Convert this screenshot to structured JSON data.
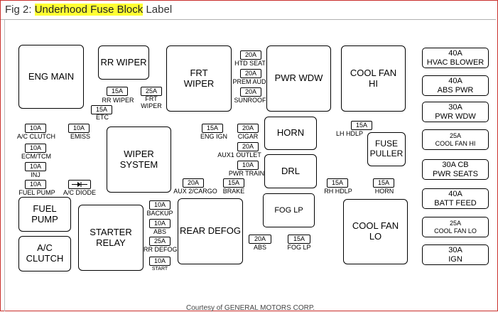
{
  "header": {
    "prefix": "Fig 2: ",
    "highlight": "Underhood Fuse Block",
    "suffix": " Label"
  },
  "relays": {
    "eng_main": "ENG MAIN",
    "rr_wiper": "RR WIPER",
    "frt_wiper": "FRT\nWIPER",
    "pwr_wdw": "PWR WDW",
    "cool_fan_hi": "COOL FAN\nHI",
    "wiper_system": "WIPER\nSYSTEM",
    "horn": "HORN",
    "fuse_puller": "FUSE\nPULLER",
    "drl": "DRL",
    "fog_lp": "FOG LP",
    "fuel_pump": "FUEL\nPUMP",
    "ac_clutch": "A/C\nCLUTCH",
    "starter_relay": "STARTER\nRELAY",
    "rear_defog": "REAR DEFOG",
    "cool_fan_lo": "COOL FAN\nLO"
  },
  "maxi_fuses": {
    "hvac_blower": "40A\nHVAC BLOWER",
    "abs_pwr": "40A\nABS PWR",
    "pwr_wdw": "30A\nPWR WDW",
    "cool_fan_hi": "25A\nCOOL FAN HI",
    "pwr_seats": "30A CB\nPWR SEATS",
    "batt_feed": "40A\nBATT FEED",
    "cool_fan_lo": "25A\nCOOL FAN LO",
    "ign": "30A\nIGN"
  },
  "fuses": {
    "rr_wiper_rating": "15A",
    "rr_wiper_label": "RR WIPER",
    "frt_wiper_rating": "25A",
    "frt_wiper_label": "FRT\nWIPER",
    "etc_rating": "15A",
    "etc_label": "ETC",
    "htd_seat_rating": "20A",
    "htd_seat_label": "HTD SEAT",
    "prem_aud_rating": "20A",
    "prem_aud_label": "PREM AUD",
    "sunroof_rating": "20A",
    "sunroof_label": "SUNROOF",
    "ac_clutch_rating": "10A",
    "ac_clutch_label": "A/C CLUTCH",
    "emiss_rating": "10A",
    "emiss_label": "EMISS",
    "ecm_tcm_rating": "10A",
    "ecm_tcm_label": "ECM/TCM",
    "inj_rating": "10A",
    "inj_label": "INJ",
    "fuel_pump_rating": "10A",
    "fuel_pump_label": "FUEL PUMP",
    "ac_diode_label": "A/C DIODE",
    "eng_ign_rating": "15A",
    "eng_ign_label": "ENG IGN",
    "cigar_rating": "20A",
    "cigar_label": "CIGAR",
    "aux1_rating": "20A",
    "aux1_label": "AUX1 OUTLET",
    "pwr_train_rating": "10A",
    "pwr_train_label": "PWR TRAIN",
    "aux2_rating": "20A",
    "aux2_label": "AUX 2/CARGO",
    "brake_rating": "15A",
    "brake_label": "BRAKE",
    "lh_hdlp_rating": "15A",
    "lh_hdlp_label": "LH HDLP",
    "rh_hdlp_rating": "15A",
    "rh_hdlp_label": "RH HDLP",
    "horn_rating": "15A",
    "horn_label": "HORN",
    "backup_rating": "10A",
    "backup_label": "BACKUP",
    "abs_small_rating": "10A",
    "abs_small_label": "ABS",
    "rr_defog_rating": "25A",
    "rr_defog_label": "RR DEFOG",
    "start_rating": "10A",
    "start_label": "START",
    "abs2_rating": "20A",
    "abs2_label": "ABS",
    "fog_lp_rating": "15A",
    "fog_lp_label": "FOG LP"
  },
  "credit": "Courtesy of GENERAL MOTORS CORP."
}
